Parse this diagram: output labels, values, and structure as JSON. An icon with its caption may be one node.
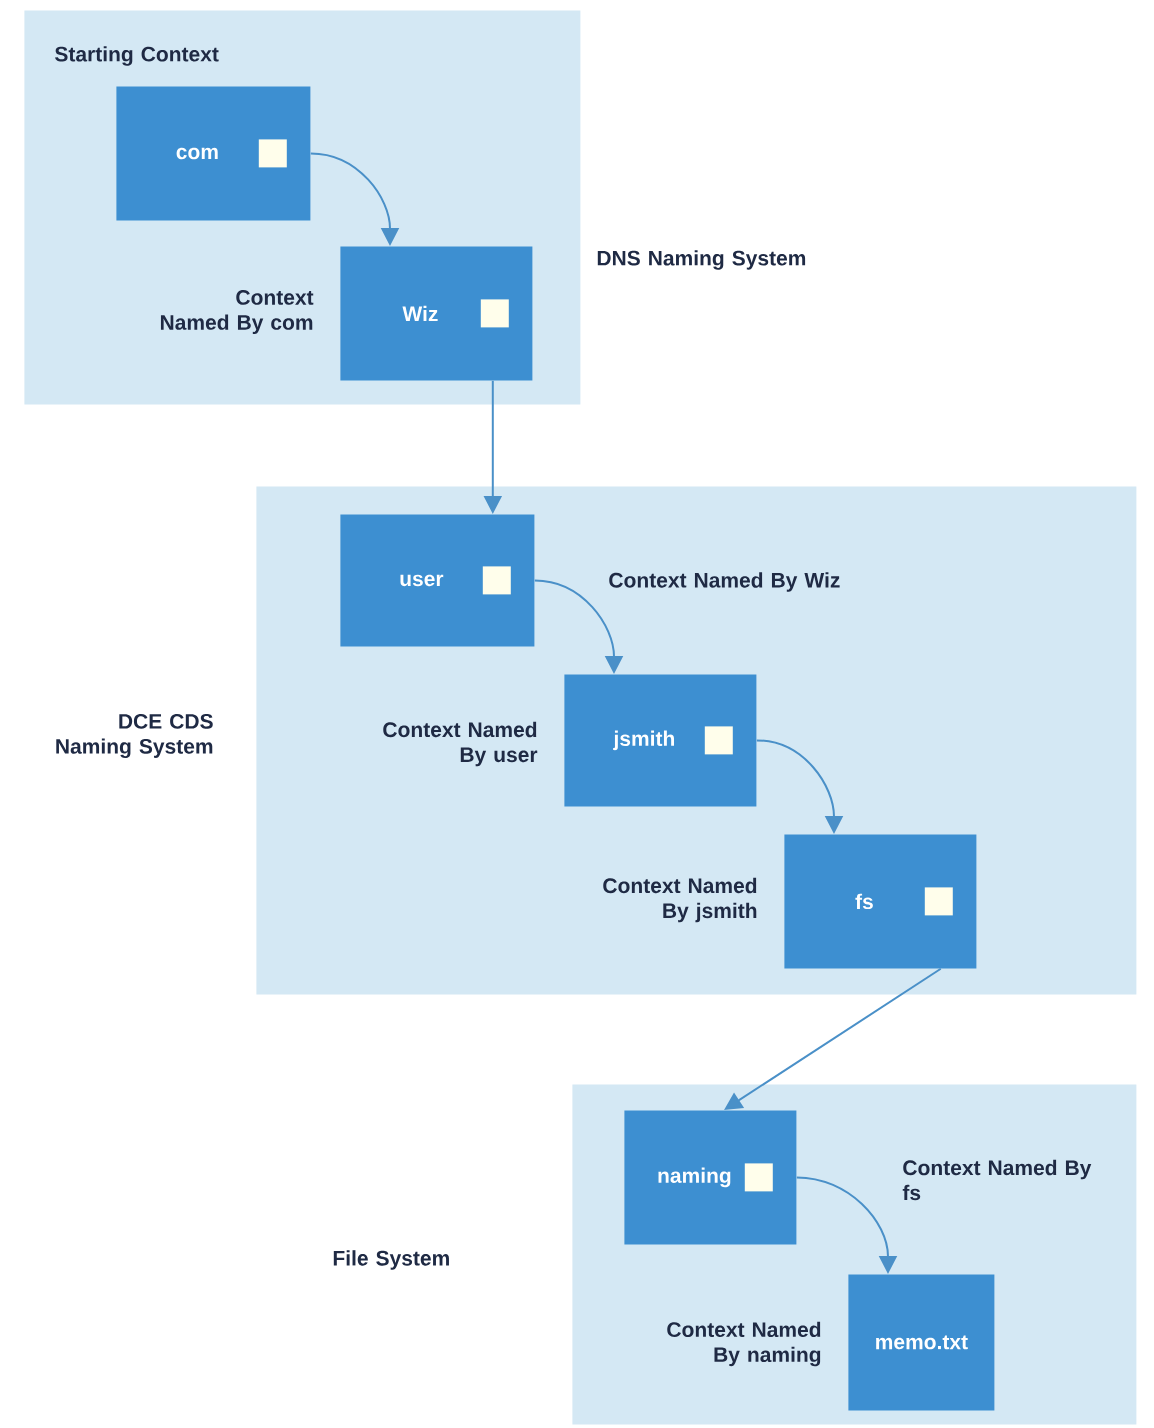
{
  "diagram": {
    "nodes": [
      {
        "text": [
          "Starting Context"
        ]
      },
      {
        "text": [
          "com"
        ],
        "in": 0
      },
      {
        "text": [
          "Wiz"
        ],
        "in": 0,
        "beside": [
          "Context Named By com"
        ]
      },
      {
        "text": [],
        "shape": "box"
      },
      {
        "text": [
          "user"
        ],
        "in": 3,
        "beside": [
          "Context Named By Wiz"
        ]
      },
      {
        "text": [
          "jsmith"
        ],
        "in": 3,
        "beside": [
          "Context Named By user"
        ]
      },
      {
        "text": [
          "fs"
        ],
        "in": 3,
        "beside": [
          "Context Named By jsmith"
        ]
      },
      {
        "text": [],
        "shape": "box"
      },
      {
        "text": [
          "naming"
        ],
        "in": 7
      },
      {
        "text": [
          "memo.txt"
        ],
        "in": 7,
        "beside": [
          "Context Named By naming"
        ]
      }
    ],
    "edges": [
      {
        "from": 1,
        "to": 2,
        "arrow": "to"
      },
      {
        "from": 2,
        "to": 4,
        "arrow": "to"
      },
      {
        "from": 4,
        "to": 5,
        "arrow": "to"
      },
      {
        "from": 5,
        "to": 6,
        "arrow": "to"
      },
      {
        "from": 6,
        "to": 8,
        "arrow": "to"
      },
      {
        "from": 8,
        "to": 9,
        "arrow": "to"
      }
    ],
    "labels": [
      "DNS Naming System",
      "DCE CDS Naming System",
      "Context Named By fs",
      "File System"
    ]
  }
}
